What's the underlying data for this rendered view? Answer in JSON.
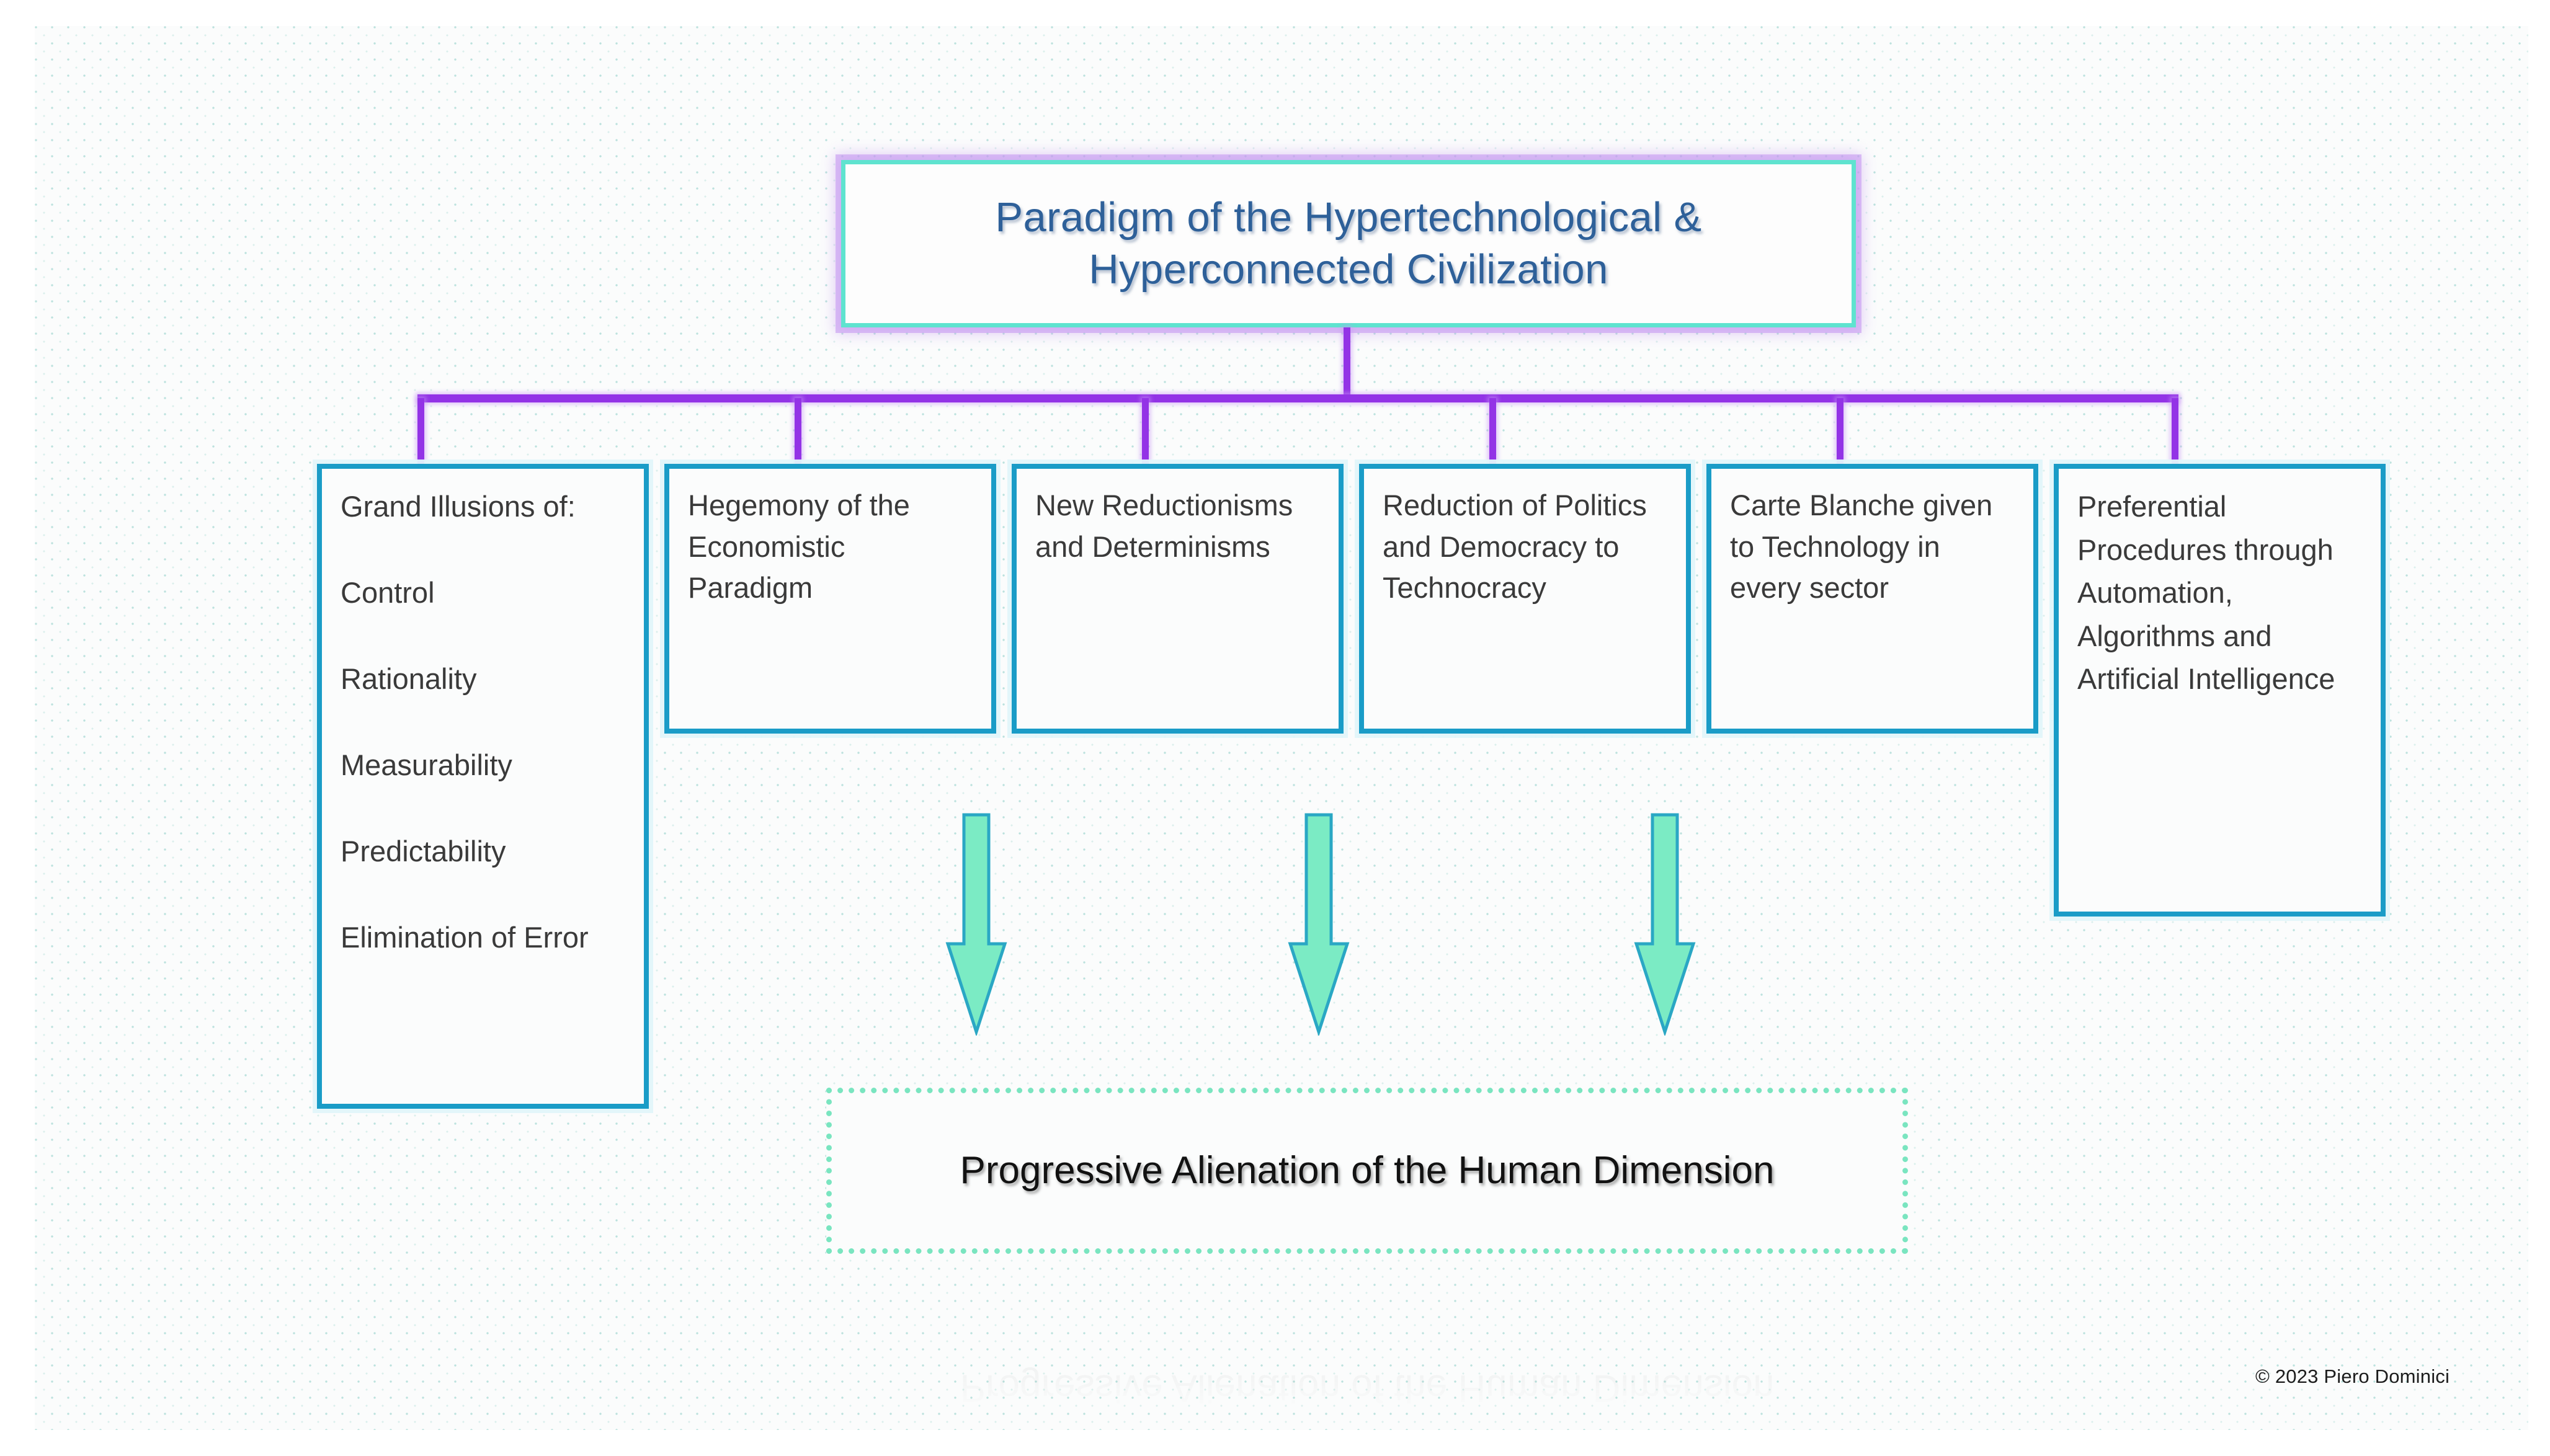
{
  "slide": {
    "background_color": "#fbfcfc",
    "accent_colors": {
      "title_border": "#5fe3cf",
      "title_glow": "#c496f0",
      "title_text": "#2e6099",
      "box_border": "#1a9cc7",
      "connector": "#9333e6",
      "arrow_fill": "#7bebc4",
      "arrow_stroke": "#2aa7c4",
      "outcome_border": "#7ae5c0",
      "outcome_text": "#121212"
    }
  },
  "title": {
    "text": "Paradigm of the Hypertechnological &\nHyperconnected  Civilization"
  },
  "boxes": [
    {
      "id": "grand-illusions",
      "text": "Grand Illusions of:\n\nControl\n\nRationality\n\nMeasurability\n\nPredictability\n\nElimination of Error"
    },
    {
      "id": "hegemony-economistic",
      "text": "Hegemony of the Economistic Paradigm"
    },
    {
      "id": "new-reductionisms",
      "text": "New Reductionisms and Determinisms"
    },
    {
      "id": "reduction-politics",
      "text": "Reduction of Politics and Democracy to Technocracy"
    },
    {
      "id": "carte-blanche",
      "text": "Carte Blanche given to Technology in every sector"
    },
    {
      "id": "preferential-procedures",
      "text": "Preferential Procedures through Automation, Algorithms and Artificial Intelligence"
    }
  ],
  "arrows": {
    "count": 3,
    "direction": "down",
    "label": "leads-to"
  },
  "outcome": {
    "text": "Progressive Alienation of the Human Dimension",
    "reflection_text": "Progressive Alienation of the Human Dimension"
  },
  "footer": {
    "copyright": "© 2023 Piero Dominici"
  }
}
